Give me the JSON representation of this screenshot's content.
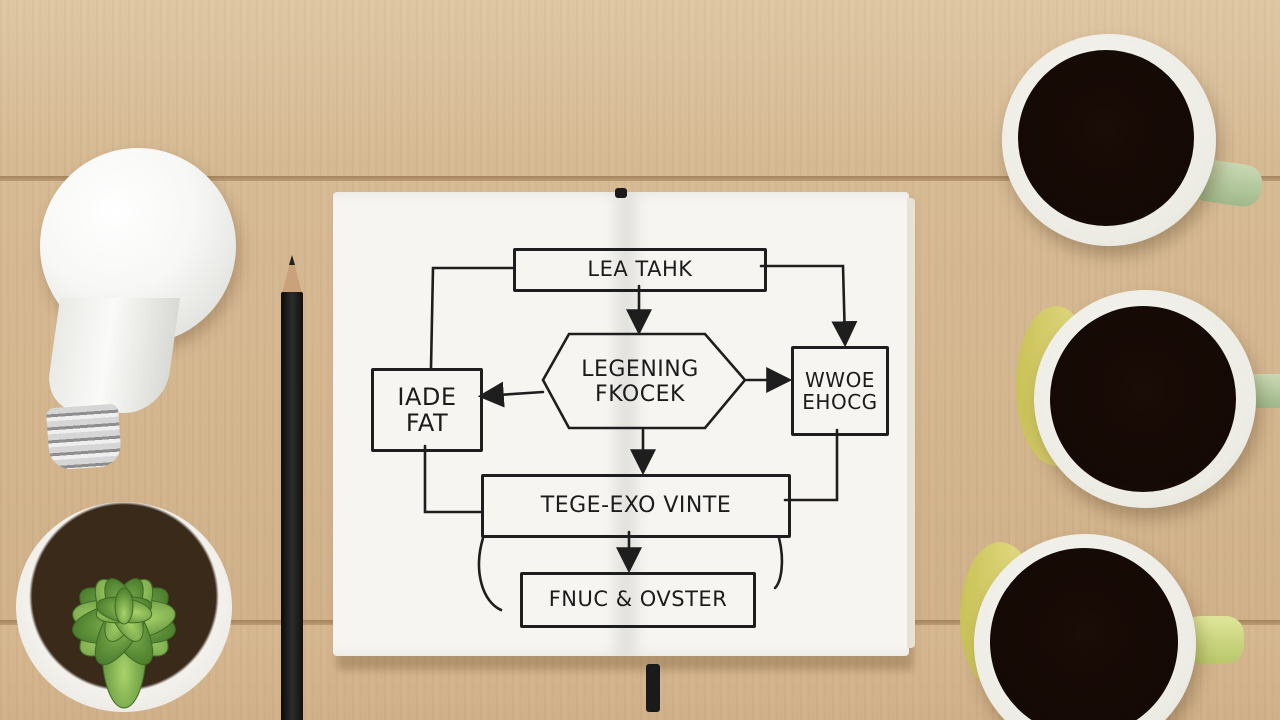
{
  "scene": {
    "description_colors": {
      "wood": "#d4b48c",
      "ink": "#1e1e1e",
      "paper": "#f6f5f1",
      "coffee": "#140905",
      "cup_handle": "#b7cc9f"
    }
  },
  "diagram": {
    "top": "LEA TAHK",
    "center": "LEGENING\nFKOCEK",
    "left": "IADE\nFAT",
    "right": "WWOE\nEHOCG",
    "middle": "TEGE-EXO VINTE",
    "bottom": "FNUC & OVSTER"
  },
  "icons": [
    "light-bulb",
    "pencil",
    "succulent-plant",
    "notebook",
    "coffee-cup"
  ]
}
